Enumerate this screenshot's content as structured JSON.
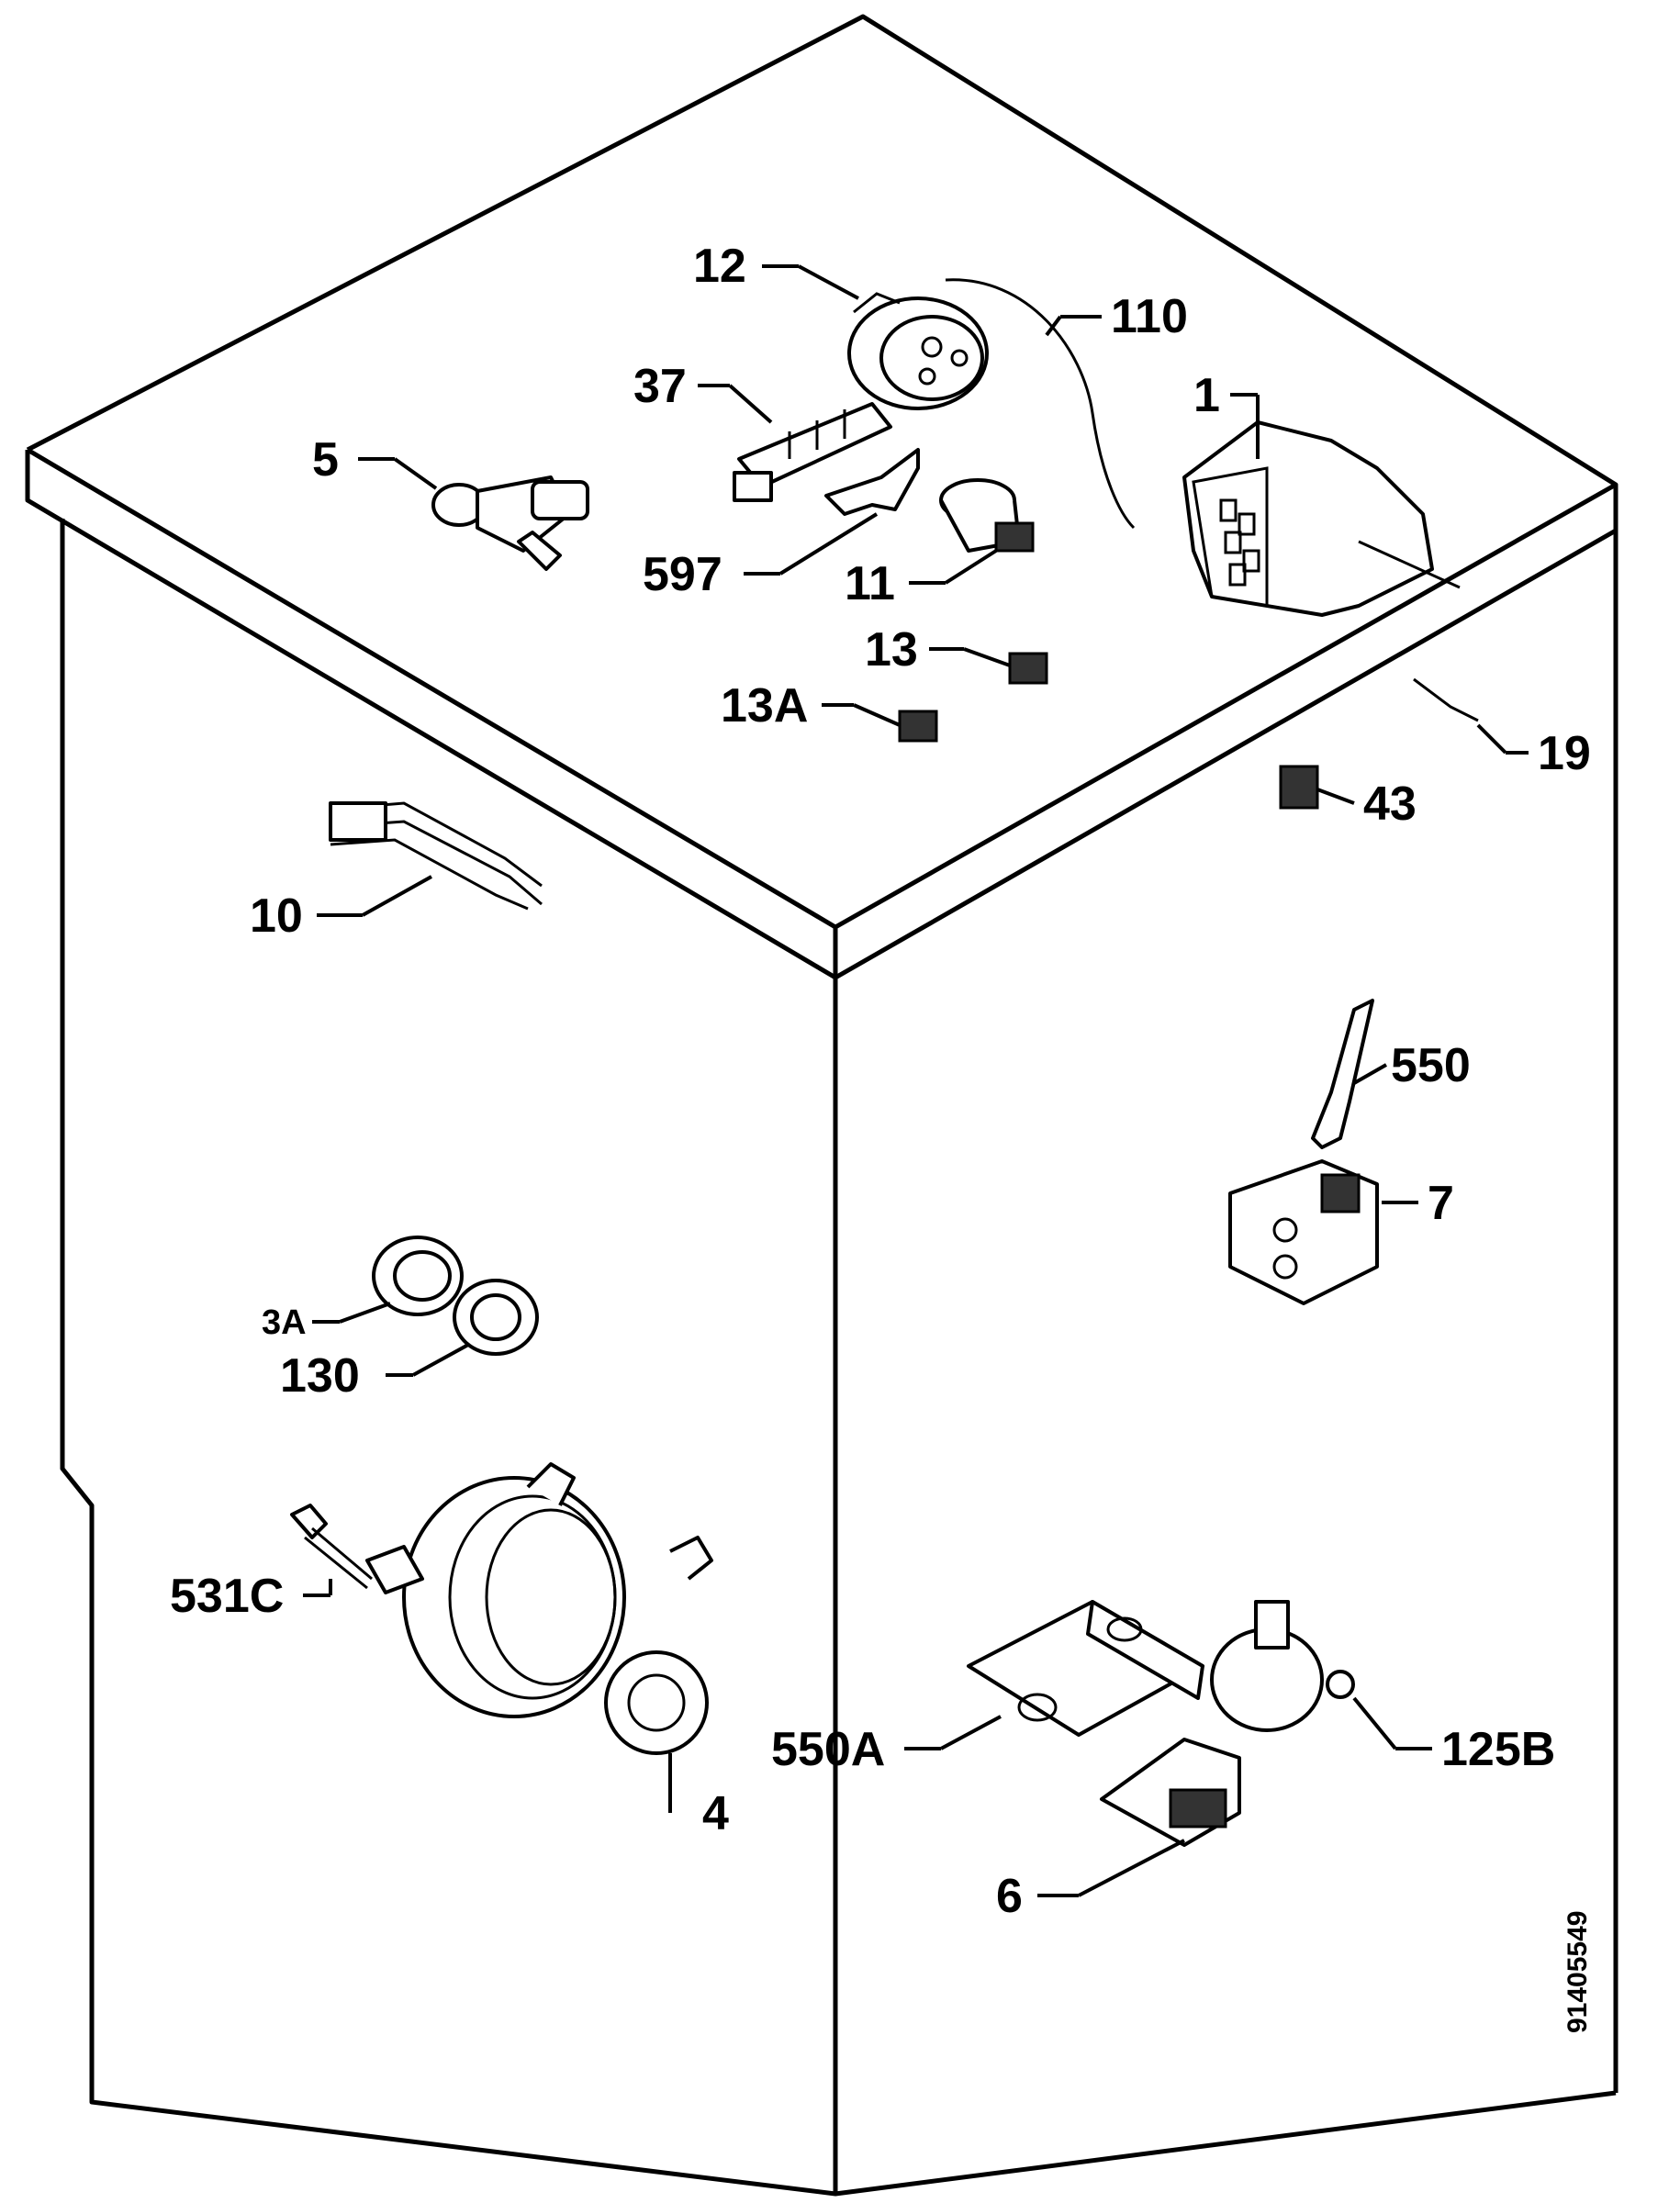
{
  "labels": {
    "l12": "12",
    "l110": "110",
    "l1": "1",
    "l37": "37",
    "l5": "5",
    "l597": "597",
    "l11": "11",
    "l13": "13",
    "l13a": "13A",
    "l19": "19",
    "l43": "43",
    "l10": "10",
    "l550": "550",
    "l7": "7",
    "l3a": "3A",
    "l130": "130",
    "l531c": "531C",
    "l4": "4",
    "l550a": "550A",
    "l125b": "125B",
    "l6": "6"
  },
  "document_number": "91405549"
}
